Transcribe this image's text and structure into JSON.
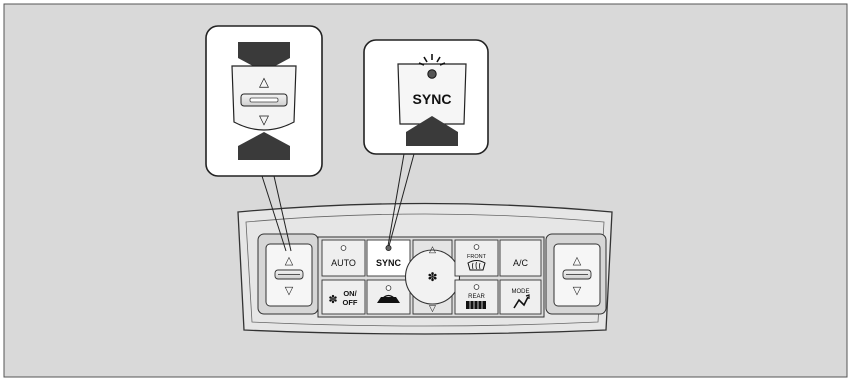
{
  "panel": {
    "auto_label": "AUTO",
    "sync_label": "SYNC",
    "ac_label": "A/C",
    "on_off_line1": "ON/",
    "on_off_line2": "OFF",
    "front_label": "FRONT",
    "rear_label": "REAR",
    "mode_label": "MODE"
  },
  "callout": {
    "sync_label": "SYNC"
  },
  "glyphs": {
    "up_triangle": "△",
    "down_triangle": "▽"
  },
  "colors": {
    "background": "#d9d9d9",
    "panel_fill": "#e8e8e8",
    "callout_fill": "#ffffff",
    "arrow_fill": "#3a3a3a",
    "indicator_red": "#e02020"
  }
}
